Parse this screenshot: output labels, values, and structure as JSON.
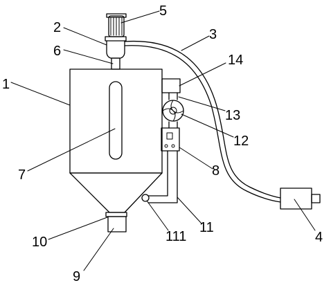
{
  "labels": {
    "l1": "1",
    "l2": "2",
    "l3": "3",
    "l4": "4",
    "l5": "5",
    "l6": "6",
    "l7": "7",
    "l8": "8",
    "l9": "9",
    "l10": "10",
    "l11": "11",
    "l111": "111",
    "l12": "12",
    "l13": "13",
    "l14": "14"
  }
}
